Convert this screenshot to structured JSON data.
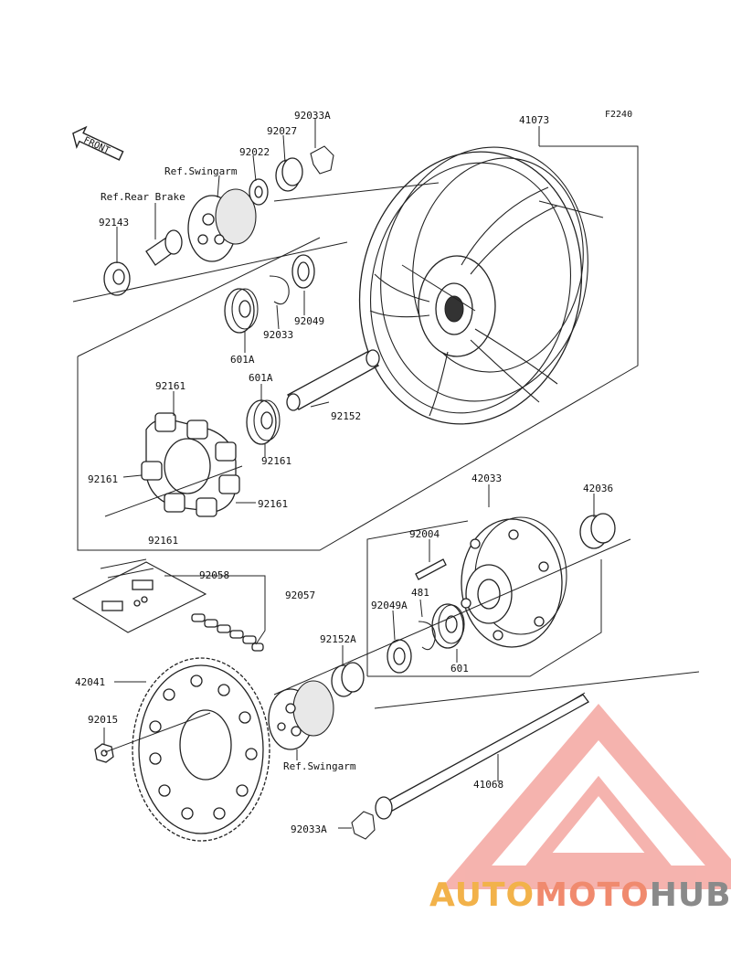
{
  "figure_code": "F2240",
  "front_label": "FRONT",
  "labels": {
    "p41073": "41073",
    "p92033A_top": "92033A",
    "p92027": "92027",
    "p92022": "92022",
    "ref_swingarm_top": "Ref.Swingarm",
    "ref_rear_brake": "Ref.Rear Brake",
    "p92143": "92143",
    "p92049": "92049",
    "p92033": "92033",
    "p601A_a": "601A",
    "p601A_b": "601A",
    "p92152": "92152",
    "p92161_top": "92161",
    "p92161_mid": "92161",
    "p92161_left": "92161",
    "p92161_right": "92161",
    "p92161_bottom": "92161",
    "p42033": "42033",
    "p42036": "42036",
    "p92004": "92004",
    "p92058": "92058",
    "p92057": "92057",
    "p481": "481",
    "p92049A": "92049A",
    "p92152A": "92152A",
    "p601": "601",
    "p42041": "42041",
    "p92015": "92015",
    "ref_swingarm_bottom": "Ref.Swingarm",
    "p41068": "41068",
    "p92033A_bottom": "92033A"
  },
  "watermark": {
    "part1": "AUTO",
    "part2": "MOTO",
    "part3": "HUB",
    "colors": {
      "part1": "#f2b24a",
      "part2": "#f08a6e",
      "part3": "#8a8a8a",
      "logo": "#f4a6a0"
    }
  }
}
